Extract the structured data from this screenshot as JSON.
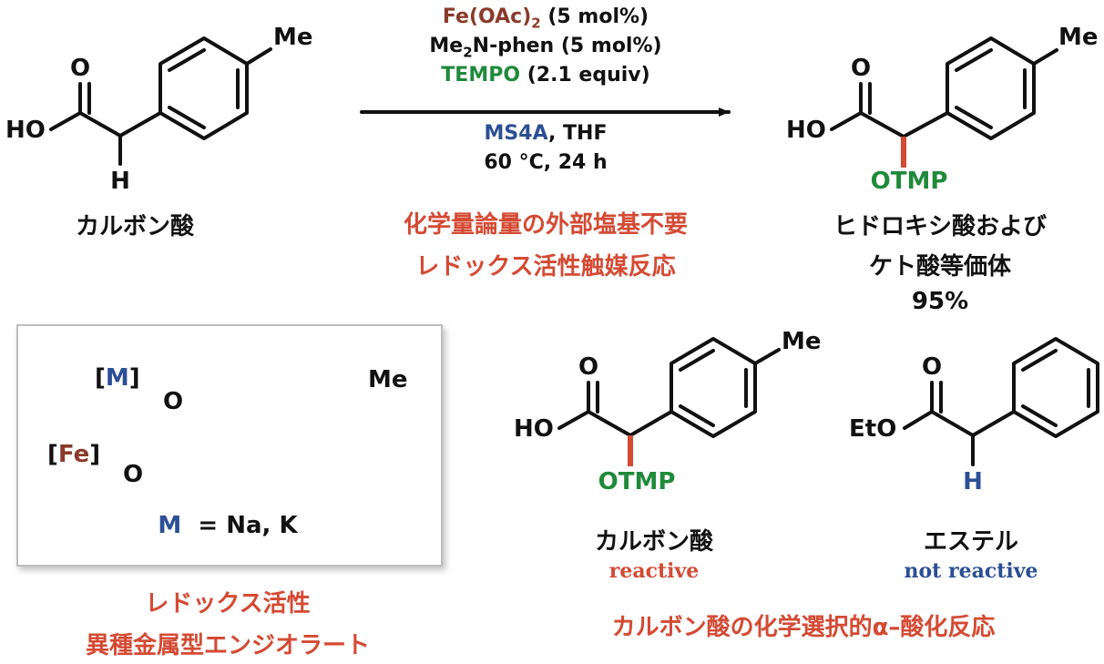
{
  "substrate": {
    "me": "Me",
    "o": "O",
    "ho": "HO",
    "h": "H",
    "name": "カルボン酸"
  },
  "conditions": {
    "catalyst": "Fe(OAc)",
    "catalyst_sub": "2",
    "catalyst_amount": " (5 mol%)",
    "ligand": "Me",
    "ligand_sub": "2",
    "ligand_rest": "N-phen (5 mol%)",
    "oxidant": "TEMPO",
    "oxidant_amount": " (2.1 equiv)",
    "additive": "MS4A",
    "solvent": ", THF",
    "temp_time": "60 °C, 24 h",
    "note_line1": "化学量論量の外部塩基不要",
    "note_line2": "レドックス活性触媒反応"
  },
  "product": {
    "me": "Me",
    "o": "O",
    "ho": "HO",
    "otmp": "OTMP",
    "name_line1": "ヒドロキシ酸および",
    "name_line2": "ケト酸等価体",
    "yield": "95%"
  },
  "enolate": {
    "m_label": "M",
    "fe_label": "Fe",
    "o_top": "O",
    "o_bottom": "O",
    "me": "Me",
    "m_symbol": "M",
    "m_definition": "= Na, K",
    "caption_line1": "レドックス活性",
    "caption_line2": "異種金属型エンジオラート"
  },
  "selectivity": {
    "acid": {
      "me": "Me",
      "o": "O",
      "ho": "HO",
      "otmp": "OTMP",
      "name": "カルボン酸",
      "status": "reactive"
    },
    "ester": {
      "o": "O",
      "eto": "EtO",
      "h": "H",
      "name": "エステル",
      "status": "not reactive"
    },
    "caption": "カルボン酸の化学選択的α–酸化反応"
  },
  "colors": {
    "red": "#d44a33",
    "blue": "#2b4f95",
    "green": "#1f8a3a",
    "brown": "#8a3a2a",
    "bond": "#111111"
  }
}
